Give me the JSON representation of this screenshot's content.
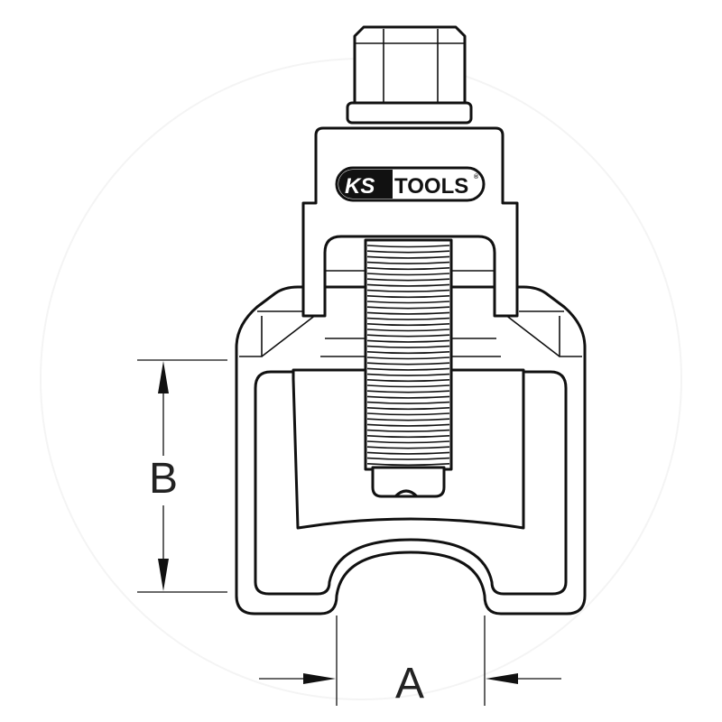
{
  "logo": {
    "brand_left": "KS",
    "brand_right": "TOOLS",
    "mark": "®"
  },
  "dimensions": {
    "a_label": "A",
    "b_label": "B"
  },
  "colors": {
    "line": "#111111",
    "background": "#ffffff"
  }
}
